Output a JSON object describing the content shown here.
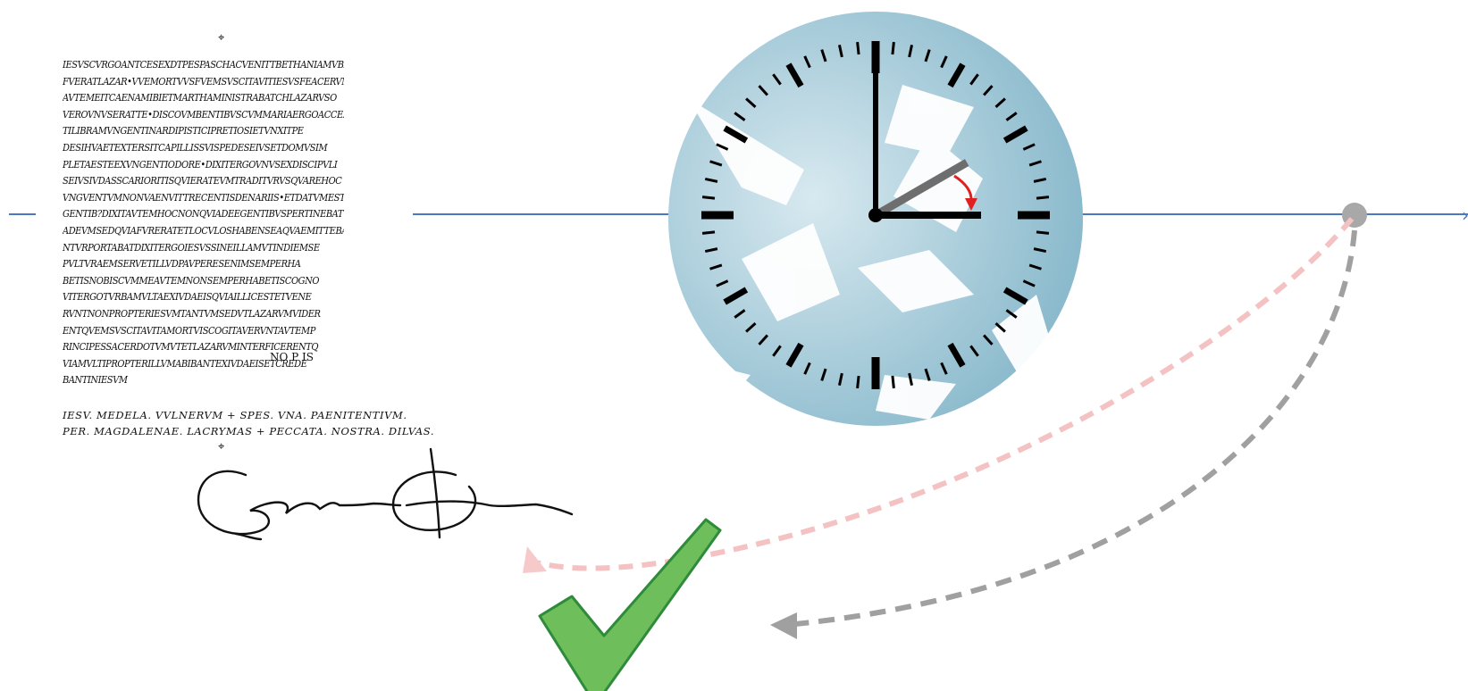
{
  "colors": {
    "guide_line": "#4a78c2",
    "globe": "#a9cfdd",
    "clock_hand": "#000000",
    "clock_second_hand": "#6e6e6e",
    "rotation_arrow": "#e02020",
    "dashed_arrow_gray": "#a0a0a0",
    "dashed_arrow_pink": "#f4c2c2",
    "checkmark_fill": "#6fbe5c",
    "checkmark_stroke": "#2e8b3a"
  },
  "icons": [
    "crosshair-icon",
    "clock-icon",
    "globe-icon",
    "signature-icon",
    "checkmark-icon",
    "curved-arrow-icon"
  ],
  "document": {
    "cipher_lines": [
      "IESVSCVRGOANTCESEXDTPESPASCHACVENITTBETHANIAMVBIFVERATLAZARVS",
      "FVERATLAZAR•VVEMORTVVSFVEMSVSCITAVITIESVSFEACERVNT",
      "AVTEMEITCAENAMIBIETMARTHAMINISTRABATCHLAZARVSO",
      "VEROVNVSERATTE•DISCOVMBENTIBVSCVMMARIAERGOACCEP",
      "TILIBRAMVNGENTINARDIPISTICIPRETIOSIETVNXITPE",
      "DESIHVAETEXTERSITCAPILLISSVISPEDESEIVSETDOMVSIM",
      "PLETAESTEEXVNGENTIODORE•DIXITERGOVNVSEXDISCIPVLI",
      "SEIVSIVDASSCARIORITISQVIERATEVMTRADITVRVSQVAREHOC",
      "VNGVENTVMNONVAENVITTRECENTISDENARIIS•ETDATVMESTE",
      "GENTIB?DIXITAVTEMHOCNONQVIADEEGENTIBVSPERTINEBAT",
      "ADEVMSEDQVIAFVRERATETLOCVLOSHABENSEAQVAEMITTEBA",
      "NTVRPORTABATDIXITERGOIESVSSINEILLAMVTINDIEMSE",
      "PVLTVRAEMSERVETILLVDPAVPERESENIMSEMPERHA",
      "BETISNOBISCVMMEAVTEMNONSEMPERHABETISCOGNO",
      "VITERGOTVRBAMVLTAEXIVDAEISQVIAILLICESTETVENE",
      "RVNTNONPROPTERIESVMTANTVMSEDVTLAZARVMVIDER",
      "ENTQVEMSVSCITAVITAMORTVISCOGITAVERVNTAVTEMP",
      "RINCIPESSACERDOTVMVTETLAZARVMINTERFICERENTQ",
      "VIAMVLTIPROPTERILLVMABIBANTEXIVDAEISETCREDE",
      "BANTINIESVM"
    ],
    "nomen": "NO P IS",
    "motto_line1": "IESV. MEDELA. VVLNERVM + SPES. VNA. PAENITENTIVM.",
    "motto_line2": "PER. MAGDALENAE. LACRYMAS + PECCATA. NOSTRA. DILVAS."
  },
  "signature": "Barack Obama",
  "clock": {
    "hour": 3,
    "minute": 0,
    "rotation_direction": "clockwise"
  }
}
